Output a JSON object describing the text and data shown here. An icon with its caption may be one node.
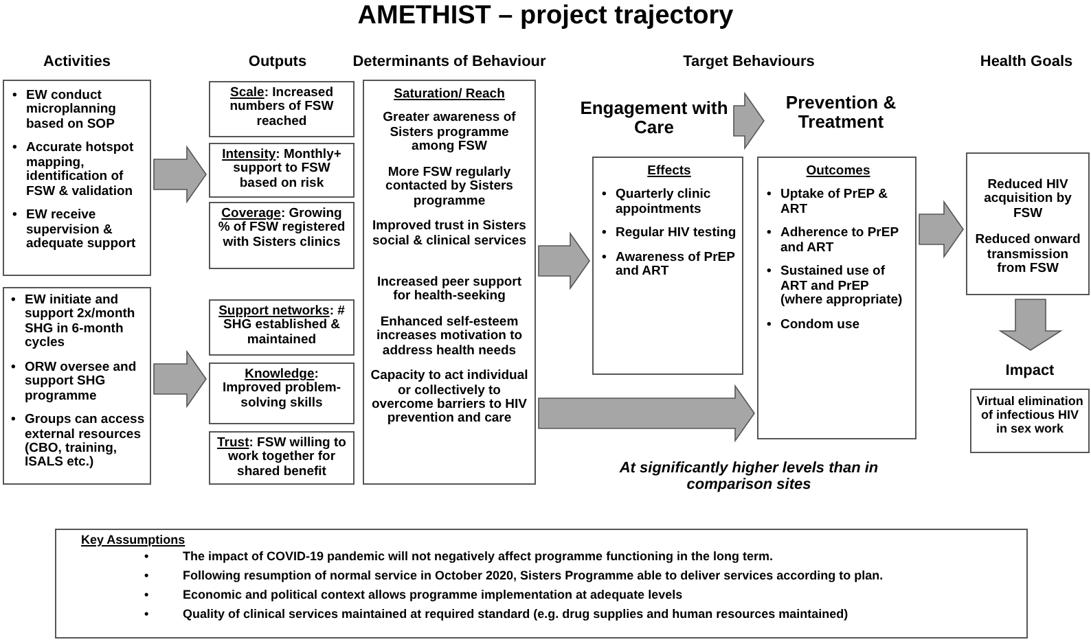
{
  "diagram": {
    "title": "AMETHIST – project trajectory",
    "nodes": [
      {
        "text": [
          "• EW conduct microplanning based on SOP",
          "• Accurate hotspot mapping, identification of FSW & validation",
          "• EW receive supervision & adequate support"
        ]
      },
      {
        "text": [
          "• EW initiate and support 2x/month SHG in 6-month cycles",
          "• ORW oversee and support SHG programme",
          "• Groups can access external resources (CBO, training, ISALS etc.)"
        ]
      },
      {
        "text": [
          "Scale: Increased numbers of FSW reached"
        ]
      },
      {
        "text": [
          "Intensity: Monthly+ support to FSW based on risk"
        ]
      },
      {
        "text": [
          "Coverage: Growing % of FSW registered with Sisters clinics"
        ]
      },
      {
        "text": [
          "Support networks: # SHG established & maintained"
        ]
      },
      {
        "text": [
          "Knowledge: Improved problem-solving skills"
        ]
      },
      {
        "text": [
          "Trust: FSW willing to work together for shared benefit"
        ]
      },
      {
        "text": [
          "Saturation/ Reach",
          "Greater awareness of Sisters programme among FSW",
          "More FSW regularly contacted by Sisters programme",
          "Improved trust in Sisters social & clinical services",
          "Increased peer support for health-seeking",
          "Enhanced self-esteem increases motivation to address health needs",
          "Capacity to act individual or collectively to overcome barriers to HIV prevention and care"
        ]
      },
      {
        "text": [
          "Engagement with Care"
        ]
      },
      {
        "text": [
          "Prevention & Treatment"
        ]
      },
      {
        "text": [
          "Effects",
          "• Quarterly clinic appointments",
          "• Regular HIV testing",
          "• Awareness of PrEP and ART"
        ]
      },
      {
        "text": [
          "Outcomes",
          "• Uptake of PrEP & ART",
          "• Adherence to PrEP and ART",
          "• Sustained use of ART and PrEP (where appropriate)",
          "• Condom use"
        ]
      },
      {
        "text": [
          "Reduced HIV acquisition by FSW",
          "Reduced onward transmission from FSW"
        ]
      },
      {
        "text": [
          "Virtual elimination of infectious HIV in sex work"
        ]
      },
      {
        "text": [
          "Key Assumptions",
          "• The impact of COVID-19 pandemic will not negatively affect programme functioning in the long term.",
          "• Following resumption of normal service in October 2020, Sisters Programme able to deliver services according to plan.",
          "• Economic and political context allows programme implementation at adequate levels",
          "• Quality of clinical services maintained at required standard (e.g. drug supplies and human resources maintained)"
        ]
      }
    ],
    "edges": [
      {
        "from": 0,
        "to": 3,
        "arrow": "to"
      },
      {
        "from": 1,
        "to": 6,
        "arrow": "to"
      },
      {
        "from": 8,
        "to": 11,
        "arrow": "to"
      },
      {
        "from": 8,
        "to": 12,
        "arrow": "to"
      },
      {
        "from": 9,
        "to": 10,
        "arrow": "to"
      },
      {
        "from": 12,
        "to": 13,
        "arrow": "to"
      },
      {
        "from": 13,
        "to": 14,
        "arrow": "to"
      }
    ],
    "labels": [
      "Activities",
      "Outputs",
      "Determinants of Behaviour",
      "Target Behaviours",
      "Health Goals",
      "Impact",
      "At significantly higher levels than in comparison sites"
    ]
  }
}
